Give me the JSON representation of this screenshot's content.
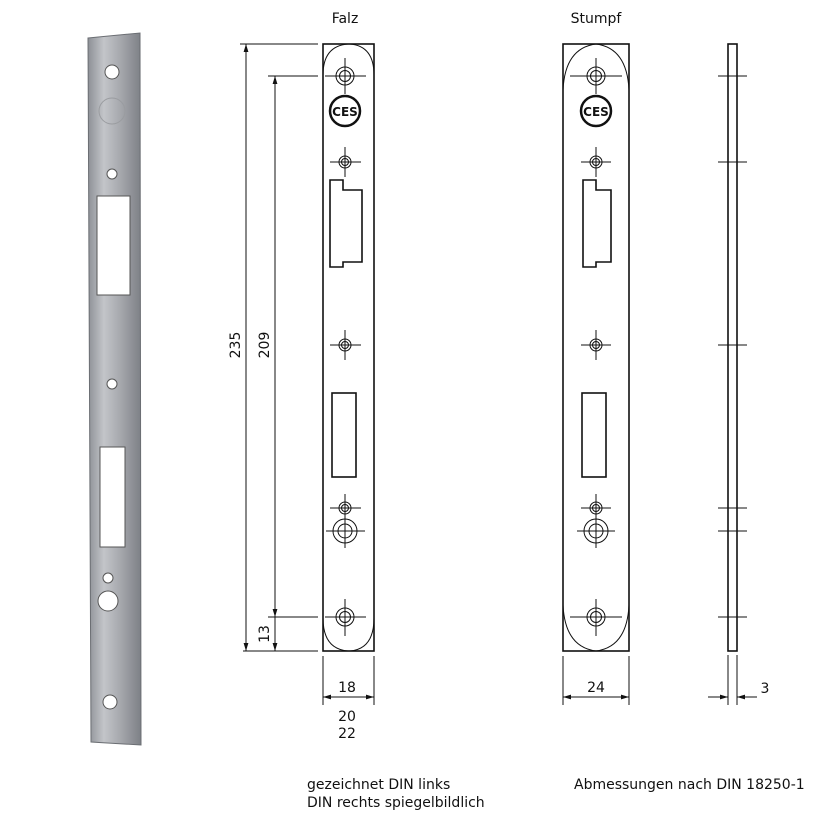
{
  "views": {
    "falz_title": "Falz",
    "stumpf_title": "Stumpf"
  },
  "logo_text": "CES",
  "dimensions": {
    "total_length": "235",
    "hole_distance": "209",
    "end_offset": "13",
    "falz_width": "18",
    "falz_width_alt1": "20",
    "falz_width_alt2": "22",
    "stumpf_width": "24",
    "thickness": "3"
  },
  "notes": {
    "drawn_line1": "gezeichnet DIN links",
    "drawn_line2": "DIN rechts spiegelbildlich",
    "standard": "Abmessungen nach DIN 18250-1"
  }
}
